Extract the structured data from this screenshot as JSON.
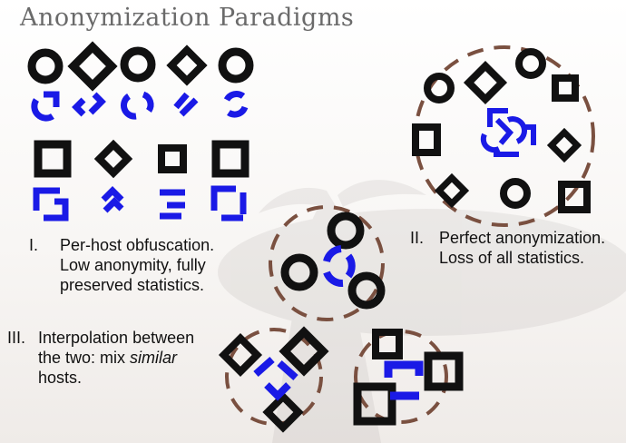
{
  "title": "Anonymization Paradigms",
  "captions": {
    "one": {
      "numeral": "I.",
      "lines": [
        "Per-host obfuscation.",
        "Low anonymity, fully",
        "preserved statistics."
      ]
    },
    "two": {
      "numeral": "II.",
      "lines": [
        "Perfect anonymization.",
        "Loss of all statistics."
      ]
    },
    "three": {
      "numeral": "III.",
      "line1": "Interpolation between",
      "line2_prefix": "the two: mix ",
      "line2_emph": "similar",
      "line3": "hosts."
    }
  },
  "colors": {
    "shape_black": "#111111",
    "shape_blue": "#1a1ae6",
    "cluster_circle": "#7a5040",
    "title_gray": "#6a6a6a"
  },
  "icons": [
    "ring-icon",
    "diamond-icon",
    "square-icon",
    "blue-obfuscated-glyph-icon",
    "dashed-cluster-circle"
  ]
}
